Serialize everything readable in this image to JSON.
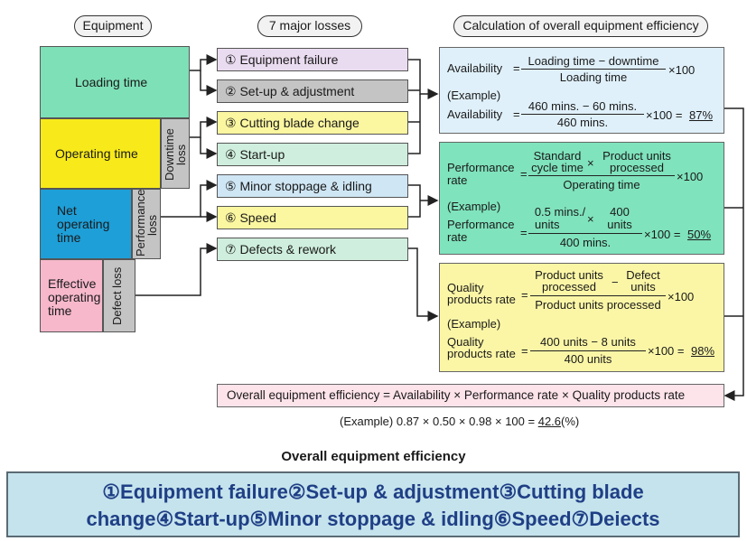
{
  "headers": {
    "equipment": "Equipment",
    "losses": "7 major losses",
    "calculation": "Calculation of overall equipment efficiency"
  },
  "time_blocks": {
    "loading_time": "Loading time",
    "operating_time": "Operating time",
    "net_operating_time": "Net\noperating\ntime",
    "effective_operating_time": "Effective\noperating\ntime",
    "downtime_loss": "Downtime\nloss",
    "performance_loss": "Performance\nloss",
    "defect_loss": "Defect loss"
  },
  "losses": [
    {
      "num": "①",
      "label": "Equipment failure"
    },
    {
      "num": "②",
      "label": "Set-up & adjustment"
    },
    {
      "num": "③",
      "label": "Cutting blade change"
    },
    {
      "num": "④",
      "label": "Start-up"
    },
    {
      "num": "⑤",
      "label": "Minor stoppage & idling"
    },
    {
      "num": "⑥",
      "label": "Speed"
    },
    {
      "num": "⑦",
      "label": "Defects & rework"
    }
  ],
  "availability": {
    "label": "Availability",
    "numerator": "Loading time − downtime",
    "denominator": "Loading time",
    "times100": "×100",
    "example_label": "(Example)",
    "ex_label": "Availability",
    "ex_numerator": "460 mins. − 60 mins.",
    "ex_denominator": "460 mins.",
    "ex_times": "×100 =",
    "ex_result": "87%"
  },
  "performance": {
    "label1": "Performance",
    "label2": "rate",
    "num_a1": "Standard",
    "num_a2": "cycle time",
    "num_times": "×",
    "num_b1": "Product units",
    "num_b2": "processed",
    "denominator": "Operating time",
    "times100": "×100",
    "example_label": "(Example)",
    "ex_label1": "Performance",
    "ex_label2": "rate",
    "ex_num_a1": "0.5 mins./",
    "ex_num_a2": "units",
    "ex_num_times": "×",
    "ex_num_b1": "400",
    "ex_num_b2": "units",
    "ex_denominator": "400 mins.",
    "ex_times": "×100 =",
    "ex_result": "50%"
  },
  "quality": {
    "label1": "Quality",
    "label2": "products rate",
    "num_a1": "Product units",
    "num_a2": "processed",
    "num_minus": "−",
    "num_b1": "Defect",
    "num_b2": "units",
    "denominator": "Product units processed",
    "times100": "×100",
    "example_label": "(Example)",
    "ex_label1": "Quality",
    "ex_label2": "products rate",
    "ex_numerator": "400 units − 8 units",
    "ex_denominator": "400 units",
    "ex_times": "×100 =",
    "ex_result": "98%"
  },
  "oee": {
    "formula": "Overall equipment efficiency = Availability × Performance rate × Quality products rate",
    "example_prefix": "(Example) 0.87 × 0.50 × 0.98 × 100 =",
    "example_result": "42.6",
    "example_suffix": "(%)"
  },
  "caption": "Overall equipment efficiency",
  "banner": {
    "line1": "①Equipment failure②Set-up & adjustment③Cutting blade",
    "line2": "change④Start-up⑤Minor stoppage & idling⑥Speed⑦Deiects"
  },
  "colors": {
    "loading": "#7ee0b7",
    "operating": "#f8ea1a",
    "net_operating": "#1e9fd8",
    "effective": "#f7b8cc",
    "loss_grey": "#c4c4c4",
    "loss_purple": "#eadcf0",
    "loss_yellow": "#fbf6a0",
    "loss_blue": "#cfe6f4",
    "loss_green": "#cfeedd",
    "calc_blue": "#dff0fa",
    "calc_green": "#7fe3bd",
    "calc_yellow": "#fbf6a6",
    "oee_pink": "#fde3ea",
    "banner_bg": "#c5e3ec",
    "banner_text": "#1f3f86"
  }
}
